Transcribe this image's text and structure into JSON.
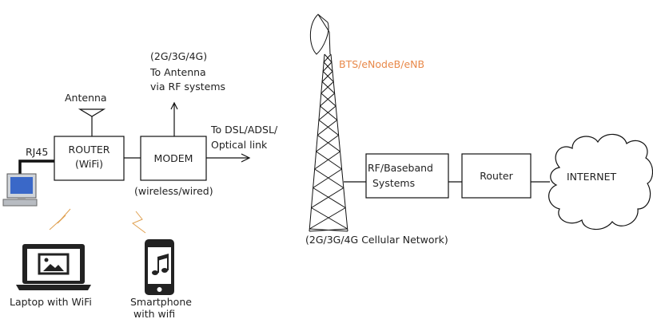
{
  "home": {
    "router_line1": "ROUTER",
    "router_line2": "(WiFi)",
    "antenna_label": "Antenna",
    "rj45_label": "RJ45",
    "modem_label": "MODEM",
    "modem_sub": "(wireless/wired)",
    "rf_line1": "(2G/3G/4G)",
    "rf_line2": "To Antenna",
    "rf_line3": "via RF systems",
    "dsl_line1": "To DSL/ADSL/",
    "dsl_line2": "Optical link",
    "laptop_label": "Laptop with WiFi",
    "phone_line1": "Smartphone",
    "phone_line2": "with wifi"
  },
  "cellular": {
    "bts_label": "BTS/eNodeB/eNB",
    "network_label": "(2G/3G/4G Cellular Network)",
    "rf_box_line1": "RF/Baseband",
    "rf_box_line2": "Systems",
    "router_label": "Router",
    "internet_label": "INTERNET"
  },
  "colors": {
    "bts_label": "#e8894a",
    "wireless_bolt": "#e0a050"
  }
}
